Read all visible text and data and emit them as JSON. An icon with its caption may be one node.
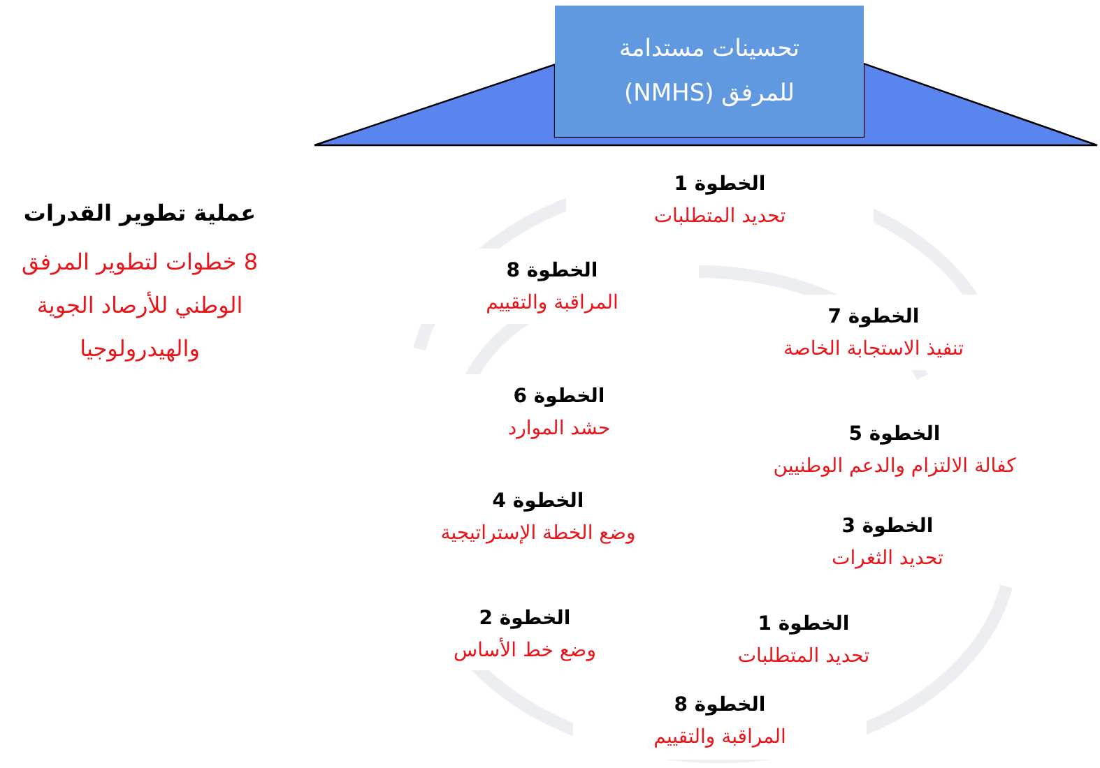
{
  "diagram": {
    "title": "عملية تطوير القدرات",
    "nodes": [
      {
        "text": [],
        "shape": "triangle"
      },
      {
        "text": [
          "تحسينات مستدامة للمرفق (NMHS)"
        ]
      },
      {
        "text": [
          "الخطوة 1",
          "تحديد المتطلبات"
        ]
      },
      {
        "text": [
          "الخطوة 8",
          "المراقبة والتقييم"
        ]
      },
      {
        "text": [
          "الخطوة 7",
          "تنفيذ الاستجابة الخاصة"
        ]
      },
      {
        "text": [
          "الخطوة 6",
          "حشد الموارد"
        ]
      },
      {
        "text": [
          "الخطوة 5",
          "كفالة الالتزام والدعم الوطنيين"
        ]
      },
      {
        "text": [
          "الخطوة 4",
          "وضع الخطة الإستراتيجية"
        ]
      },
      {
        "text": [
          "الخطوة 3",
          "تحديد الثغرات"
        ]
      },
      {
        "text": [
          "الخطوة 2",
          "وضع خط الأساس"
        ]
      },
      {
        "text": [
          "الخطوة 1",
          "تحديد المتطلبات"
        ]
      },
      {
        "text": [
          "الخطوة 8",
          "المراقبة والتقييم"
        ]
      }
    ],
    "labels": [
      "8 خطوات لتطوير المرفق الوطني للأرصاد الجوية والهيدرولوجيا"
    ]
  }
}
